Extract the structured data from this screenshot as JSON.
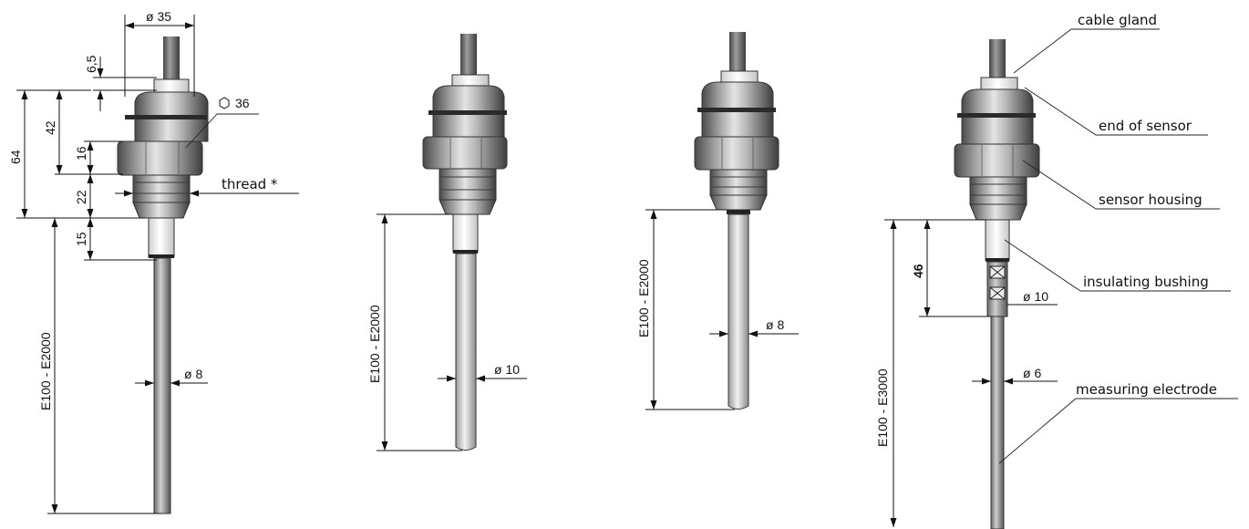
{
  "dims": {
    "dia35": "ø 35",
    "d6_5": "6,5",
    "d64": "64",
    "d42": "42",
    "d16": "16",
    "d22": "22",
    "d15": "15",
    "hex36": "36",
    "thread": "thread *",
    "len_a": "E100 - E2000",
    "dia8_a": "ø 8",
    "len_b": "E100 - E2000",
    "dia10_b": "ø 10",
    "len_c": "E100 - E2000",
    "dia8_c": "ø 8",
    "d46": "46",
    "dia10_d": "ø 10",
    "dia6_d": "ø 6",
    "len_d": "E100 - E3000"
  },
  "labels": {
    "cable_gland": "cable gland",
    "end_of_sensor": "end of sensor",
    "sensor_housing": "sensor housing",
    "insulating_bushing": "insulating bushing",
    "measuring_electrode": "measuring electrode"
  }
}
